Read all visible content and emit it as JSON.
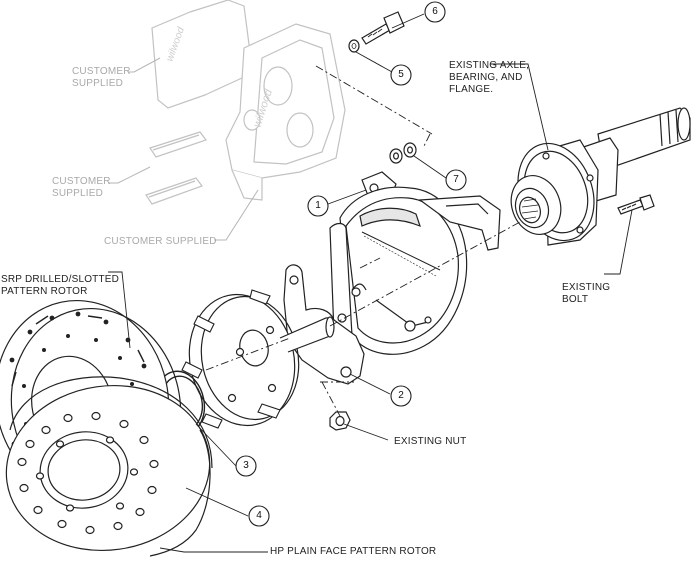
{
  "labels": {
    "customer_supplied_pads": "CUSTOMER\nSUPPLIED",
    "customer_supplied_clips": "CUSTOMER\nSUPPLIED",
    "customer_supplied_caliper": "CUSTOMER SUPPLIED",
    "existing_axle": "EXISTING AXLE,\nBEARING, AND\nFLANGE.",
    "existing_bolt": "EXISTING\nBOLT",
    "srp_rotor": "SRP DRILLED/SLOTTED\nPATTERN ROTOR",
    "existing_nut": "EXISTING NUT",
    "hp_rotor": "HP PLAIN FACE PATTERN ROTOR"
  },
  "callouts": {
    "c1": "1",
    "c2": "2",
    "c3": "3",
    "c4": "4",
    "c5": "5",
    "c6": "6",
    "c7": "7"
  },
  "colors": {
    "line": "#222222",
    "faded": "#b5b5b5",
    "fill": "#ffffff",
    "shade": "#e6e6e6"
  }
}
